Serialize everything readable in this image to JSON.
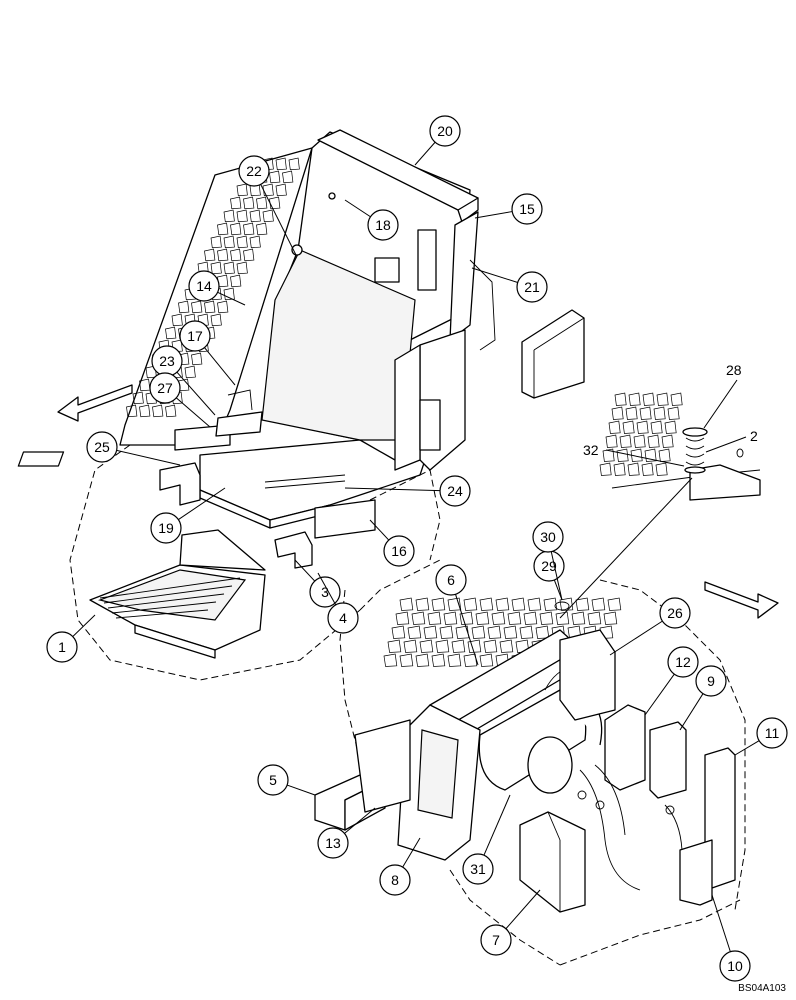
{
  "drawing": {
    "code": "BS04A103"
  },
  "callouts": [
    {
      "id": "1",
      "label": "1"
    },
    {
      "id": "3",
      "label": "3"
    },
    {
      "id": "4",
      "label": "4"
    },
    {
      "id": "5",
      "label": "5"
    },
    {
      "id": "6",
      "label": "6"
    },
    {
      "id": "7",
      "label": "7"
    },
    {
      "id": "8",
      "label": "8"
    },
    {
      "id": "9",
      "label": "9"
    },
    {
      "id": "10",
      "label": "10"
    },
    {
      "id": "11",
      "label": "11"
    },
    {
      "id": "12",
      "label": "12"
    },
    {
      "id": "13",
      "label": "13"
    },
    {
      "id": "14",
      "label": "14"
    },
    {
      "id": "15",
      "label": "15"
    },
    {
      "id": "16",
      "label": "16"
    },
    {
      "id": "17",
      "label": "17"
    },
    {
      "id": "18",
      "label": "18"
    },
    {
      "id": "19",
      "label": "19"
    },
    {
      "id": "20",
      "label": "20"
    },
    {
      "id": "21",
      "label": "21"
    },
    {
      "id": "22",
      "label": "22"
    },
    {
      "id": "23",
      "label": "23"
    },
    {
      "id": "24",
      "label": "24"
    },
    {
      "id": "25",
      "label": "25"
    },
    {
      "id": "26",
      "label": "26"
    },
    {
      "id": "27",
      "label": "27"
    },
    {
      "id": "29",
      "label": "29"
    },
    {
      "id": "30",
      "label": "30"
    },
    {
      "id": "31",
      "label": "31"
    }
  ],
  "detail_labels": {
    "a": "28",
    "b": "2",
    "c": "32"
  }
}
